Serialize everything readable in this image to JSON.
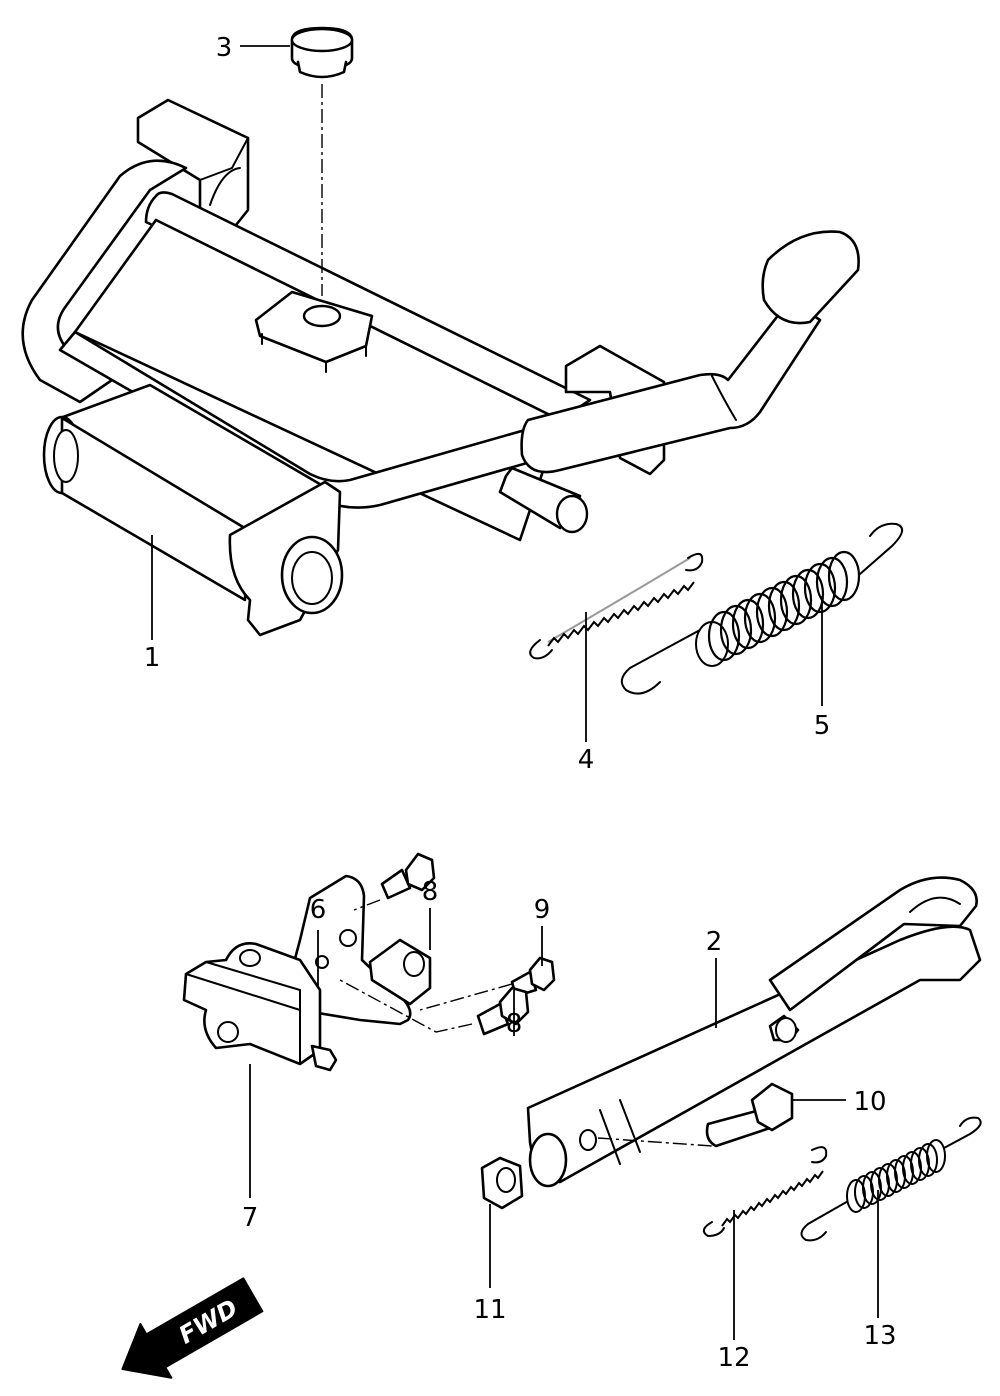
{
  "diagram": {
    "callouts": [
      {
        "id": "label-1",
        "text": "1"
      },
      {
        "id": "label-2",
        "text": "2"
      },
      {
        "id": "label-3",
        "text": "3"
      },
      {
        "id": "label-4",
        "text": "4"
      },
      {
        "id": "label-5",
        "text": "5"
      },
      {
        "id": "label-6",
        "text": "6"
      },
      {
        "id": "label-7",
        "text": "7"
      },
      {
        "id": "label-8a",
        "text": "8"
      },
      {
        "id": "label-8b",
        "text": "8"
      },
      {
        "id": "label-9",
        "text": "9"
      },
      {
        "id": "label-10",
        "text": "10"
      },
      {
        "id": "label-11",
        "text": "11"
      },
      {
        "id": "label-12",
        "text": "12"
      },
      {
        "id": "label-13",
        "text": "13"
      }
    ],
    "direction_arrow": {
      "text": "FWD"
    }
  }
}
